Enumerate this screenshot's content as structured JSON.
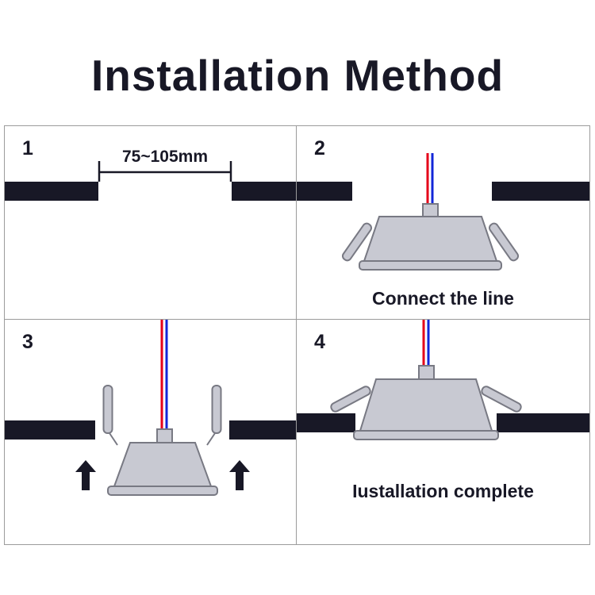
{
  "title": "Installation Method",
  "colors": {
    "background": "#ffffff",
    "ink": "#181826",
    "grid_line": "#9b9b9b",
    "lamp_fill": "#c8c9d2",
    "lamp_edge": "#787983",
    "wire_red": "#e50019",
    "wire_blue": "#1226d8"
  },
  "panels": [
    {
      "number": "1",
      "dimension_label": "75~105mm"
    },
    {
      "number": "2",
      "caption": "Connect the line"
    },
    {
      "number": "3"
    },
    {
      "number": "4",
      "caption": "Iustallation complete"
    }
  ]
}
